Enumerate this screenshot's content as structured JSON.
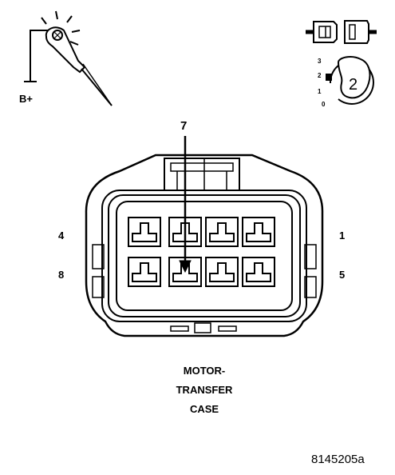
{
  "test_light": {
    "supply_label": "B+"
  },
  "ignition": {
    "key_position": "2",
    "positions": [
      "3",
      "2",
      "1",
      "0"
    ]
  },
  "connector": {
    "pins": {
      "top_left": "4",
      "bottom_left": "8",
      "top_right": "1",
      "bottom_right": "5"
    },
    "probe_cavity": "7",
    "name_lines": [
      "MOTOR-",
      "TRANSFER",
      "CASE"
    ]
  },
  "figure_id": "8145205a",
  "colors": {
    "ink": "#000000",
    "paper": "#ffffff"
  }
}
